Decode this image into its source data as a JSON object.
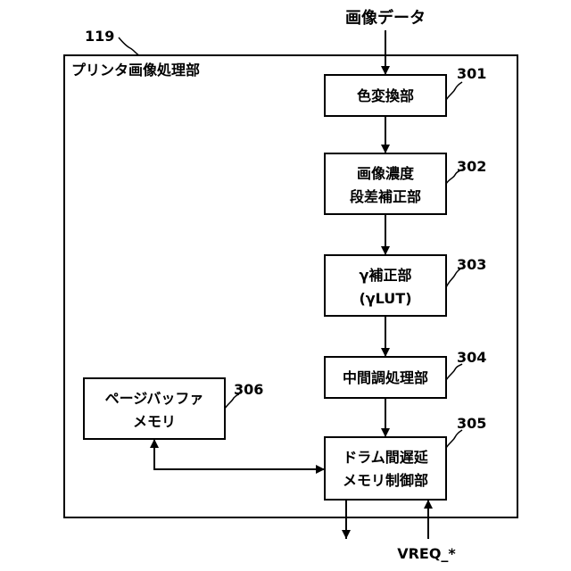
{
  "input_label": "画像データ",
  "output_label": "VREQ_*",
  "outer": {
    "ref": "119",
    "title": "プリンタ画像処理部"
  },
  "blocks": [
    {
      "ref": "301",
      "lines": [
        "色変換部"
      ]
    },
    {
      "ref": "302",
      "lines": [
        "画像濃度",
        "段差補正部"
      ]
    },
    {
      "ref": "303",
      "lines": [
        "γ補正部",
        "(γLUT)"
      ]
    },
    {
      "ref": "304",
      "lines": [
        "中間調処理部"
      ]
    },
    {
      "ref": "305",
      "lines": [
        "ドラム間遅延",
        "メモリ制御部"
      ]
    },
    {
      "ref": "306",
      "lines": [
        "ページバッファ",
        "メモリ"
      ]
    }
  ]
}
